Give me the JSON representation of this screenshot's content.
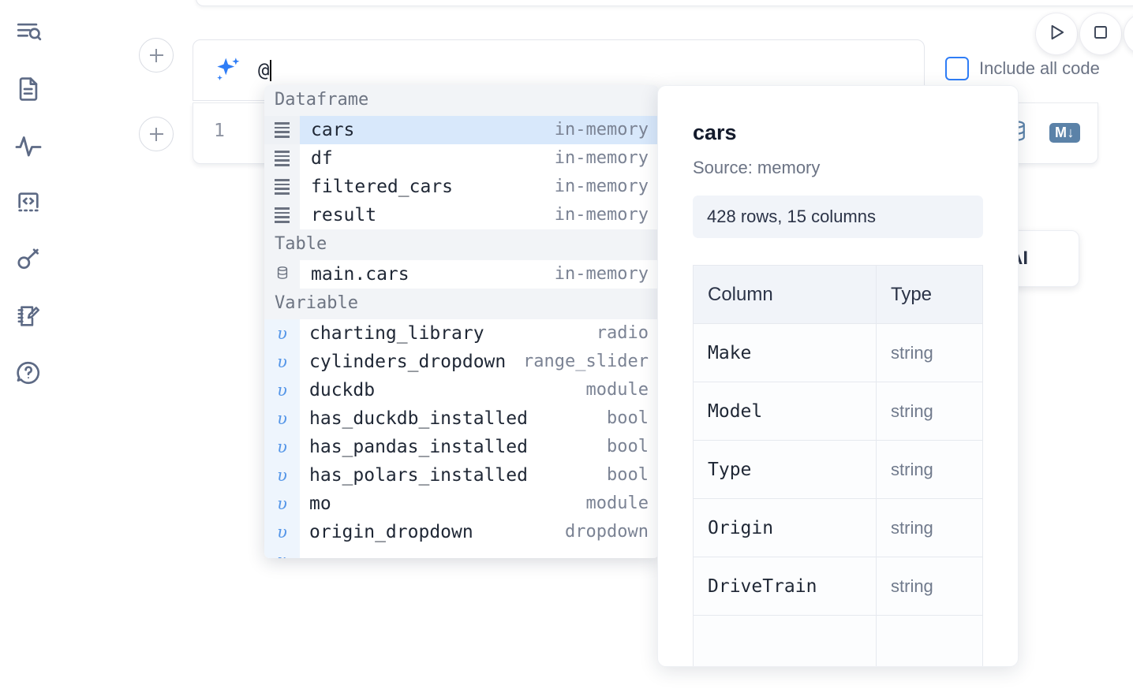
{
  "sidebar": {
    "items": [
      {
        "name": "explorer-search-icon",
        "label": "Explore"
      },
      {
        "name": "document-icon",
        "label": "Notebook"
      },
      {
        "name": "activity-icon",
        "label": "Activity"
      },
      {
        "name": "code-snippet-icon",
        "label": "Snippets"
      },
      {
        "name": "key-icon",
        "label": "Secrets"
      },
      {
        "name": "scratchpad-icon",
        "label": "Scratchpad"
      },
      {
        "name": "help-icon",
        "label": "Help"
      }
    ]
  },
  "toolbar": {
    "run_label": "Run",
    "stop_label": "Stop",
    "include_all_code_label": "Include all code",
    "include_all_code_checked": false,
    "accent_color": "#2f7df6"
  },
  "prompt": {
    "value": "@",
    "icon": "sparkle-icon"
  },
  "cell": {
    "line_number": "1",
    "database_icon": "database-icon",
    "markdown_badge": "M"
  },
  "ai_card": {
    "label": "AI"
  },
  "autocomplete": {
    "groups": [
      {
        "label": "Dataframe",
        "items": [
          {
            "name": "cars",
            "type": "in-memory",
            "icon": "dataframe-icon",
            "selected": true
          },
          {
            "name": "df",
            "type": "in-memory",
            "icon": "dataframe-icon",
            "selected": false
          },
          {
            "name": "filtered_cars",
            "type": "in-memory",
            "icon": "dataframe-icon",
            "selected": false
          },
          {
            "name": "result",
            "type": "in-memory",
            "icon": "dataframe-icon",
            "selected": false
          }
        ]
      },
      {
        "label": "Table",
        "items": [
          {
            "name": "main.cars",
            "type": "in-memory",
            "icon": "table-icon",
            "selected": false
          }
        ]
      },
      {
        "label": "Variable",
        "items": [
          {
            "name": "charting_library",
            "type": "radio",
            "icon": "variable-icon",
            "selected": false
          },
          {
            "name": "cylinders_dropdown",
            "type": "range_slider",
            "icon": "variable-icon",
            "selected": false
          },
          {
            "name": "duckdb",
            "type": "module",
            "icon": "variable-icon",
            "selected": false
          },
          {
            "name": "has_duckdb_installed",
            "type": "bool",
            "icon": "variable-icon",
            "selected": false
          },
          {
            "name": "has_pandas_installed",
            "type": "bool",
            "icon": "variable-icon",
            "selected": false
          },
          {
            "name": "has_polars_installed",
            "type": "bool",
            "icon": "variable-icon",
            "selected": false
          },
          {
            "name": "mo",
            "type": "module",
            "icon": "variable-icon",
            "selected": false
          },
          {
            "name": "origin_dropdown",
            "type": "dropdown",
            "icon": "variable-icon",
            "selected": false
          }
        ]
      }
    ],
    "selected_highlight_color": "#d8e8fb"
  },
  "detail": {
    "title": "cars",
    "source": "Source: memory",
    "shape": "428 rows, 15 columns",
    "columns_header": "Column",
    "type_header": "Type",
    "rows": [
      {
        "column": "Make",
        "type": "string"
      },
      {
        "column": "Model",
        "type": "string"
      },
      {
        "column": "Type",
        "type": "string"
      },
      {
        "column": "Origin",
        "type": "string"
      },
      {
        "column": "DriveTrain",
        "type": "string"
      }
    ]
  }
}
